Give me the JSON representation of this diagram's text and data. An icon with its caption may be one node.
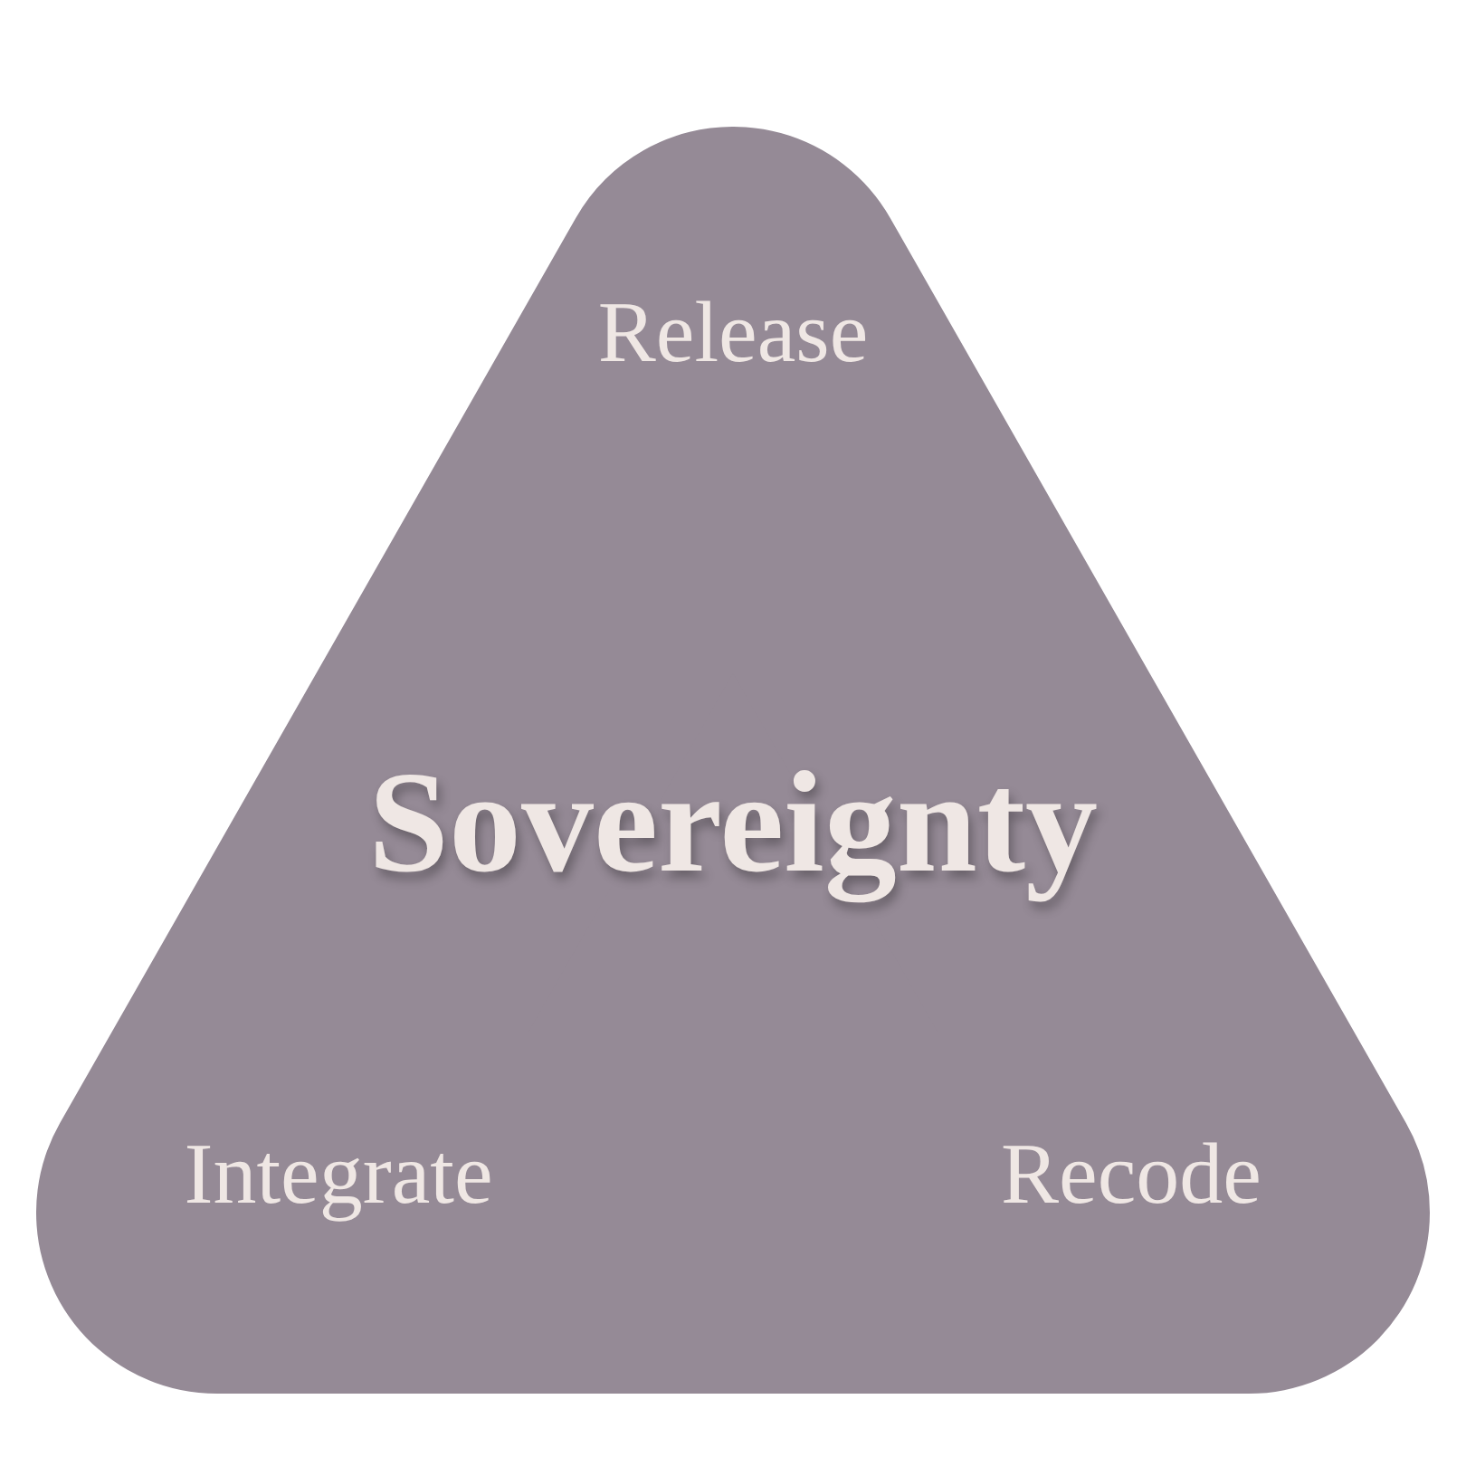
{
  "diagram": {
    "nodes": [
      {
        "text": [
          "Release",
          "Sovereignty",
          "Integrate",
          "Recode"
        ]
      }
    ]
  }
}
